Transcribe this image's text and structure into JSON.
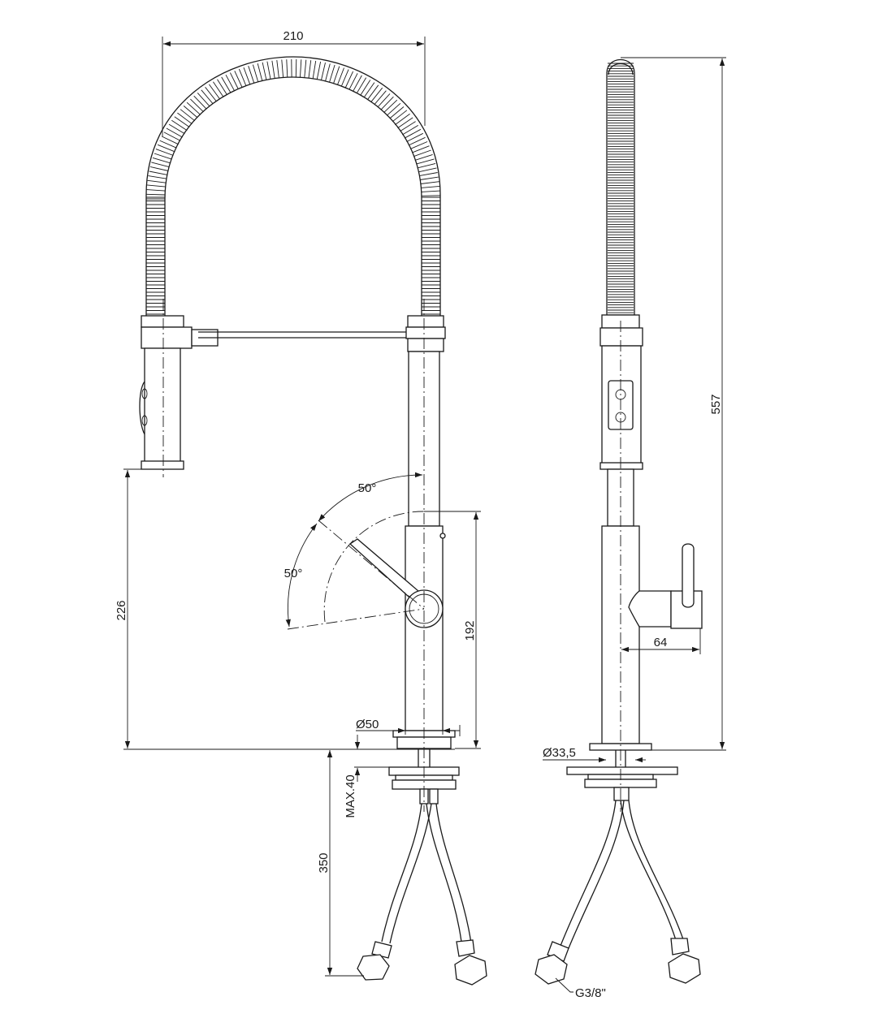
{
  "dimensions": {
    "hose_width": "210",
    "total_height": "557",
    "spout_height": "226",
    "body_height": "192",
    "lever_reach": "64",
    "hose_length": "350",
    "max_deck_thickness": "MAX.40",
    "body_diameter": "Ø50",
    "side_diameter": "Ø33,5",
    "lever_angle_upper": "50°",
    "lever_angle_lower": "50°",
    "connection_thread": "G3/8\""
  },
  "colors": {
    "line": "#1a1a1a",
    "background": "#ffffff"
  }
}
